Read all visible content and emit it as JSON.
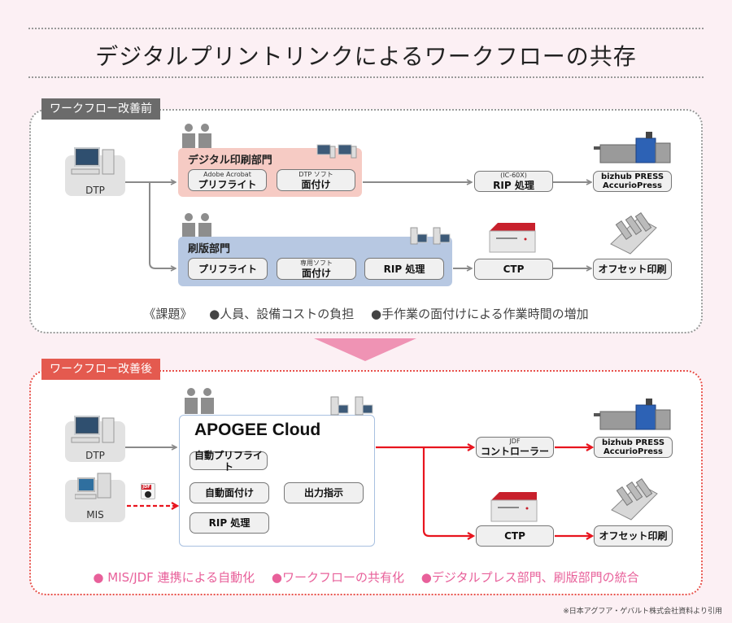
{
  "title": "デジタルプリントリンクによるワークフローの共存",
  "before": {
    "tag": "ワークフロー改善前",
    "source": {
      "label": "DTP"
    },
    "digital_dept": {
      "title": "デジタル印刷部門",
      "steps": [
        {
          "sub": "Adobe Acrobat",
          "main": "プリフライト"
        },
        {
          "sub": "DTP ソフト",
          "main": "面付け"
        }
      ]
    },
    "plate_dept": {
      "title": "刷版部門",
      "steps": [
        {
          "sub": "",
          "main": "プリフライト"
        },
        {
          "sub": "専用ソフト",
          "main": "面付け"
        },
        {
          "sub": "",
          "main": "RIP 処理"
        }
      ]
    },
    "rip": {
      "sub": "(IC-60X)",
      "main": "RIP 処理"
    },
    "press": {
      "line1": "bizhub PRESS",
      "line2": "AccurioPress"
    },
    "ctp": {
      "main": "CTP"
    },
    "offset": {
      "main": "オフセット印刷"
    },
    "issues_label": "《課題》",
    "issues": [
      "●人員、設備コストの負担",
      "●手作業の面付けによる作業時間の増加"
    ]
  },
  "after": {
    "tag": "ワークフロー改善後",
    "dtp": {
      "label": "DTP"
    },
    "mis": {
      "label": "MIS"
    },
    "jdf_icon_label": "JDF",
    "apogee": {
      "title": "APOGEE Cloud",
      "steps": [
        "自動プリフライト",
        "自動面付け",
        "出力指示",
        "RIP 処理"
      ]
    },
    "controller": {
      "sub": "JDF",
      "main": "コントローラー"
    },
    "press": {
      "line1": "bizhub PRESS",
      "line2": "AccurioPress"
    },
    "ctp": {
      "main": "CTP"
    },
    "offset": {
      "main": "オフセット印刷"
    },
    "benefits": [
      "● MIS/JDF 連携による自動化",
      "●ワークフローの共有化",
      "●デジタルプレス部門、刷版部門の統合"
    ]
  },
  "credit": "※日本アグフア・ゲバルト株式会社資料より引用",
  "colors": {
    "background": "#fcf0f4",
    "before_tag": "#6b6b6b",
    "after_tag": "#e45a4f",
    "digital_dept": "#f6cbc4",
    "plate_dept": "#b7c8e2",
    "arrow_gray": "#8a8a8a",
    "arrow_red": "#e8141e",
    "accent_pink": "#e8609a",
    "down_arrow": "#ef93b4"
  }
}
